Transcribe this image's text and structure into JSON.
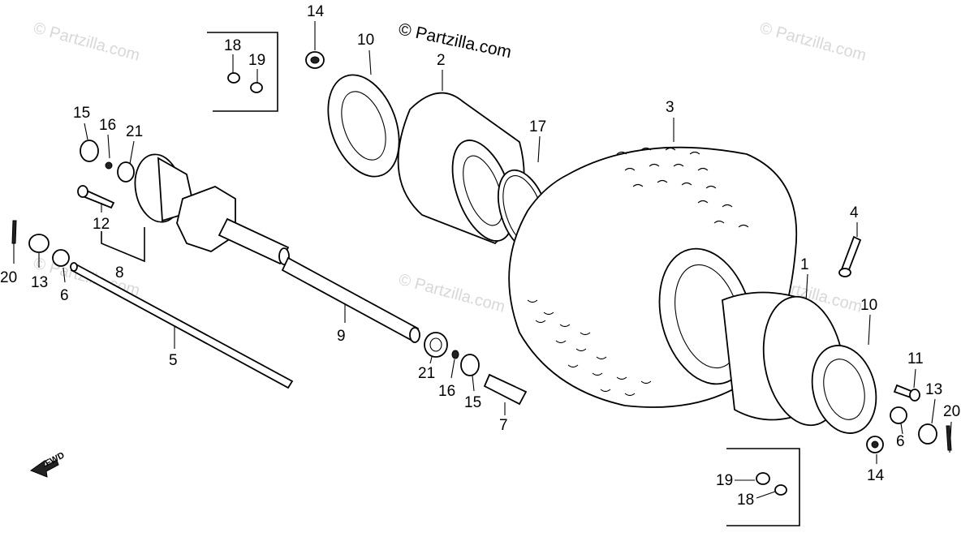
{
  "watermarks": {
    "main": "© Partzilla.com",
    "faint": "© Partzilla.com"
  },
  "direction_label": "FWD",
  "callouts": {
    "c1": "1",
    "c2": "2",
    "c3": "3",
    "c4": "4",
    "c5": "5",
    "c6a": "6",
    "c6b": "6",
    "c7": "7",
    "c8": "8",
    "c9": "9",
    "c10a": "10",
    "c10b": "10",
    "c11": "11",
    "c12": "12",
    "c13a": "13",
    "c13b": "13",
    "c14a": "14",
    "c14b": "14",
    "c15a": "15",
    "c15b": "15",
    "c16a": "16",
    "c16b": "16",
    "c17": "17",
    "c18a": "18",
    "c18b": "18",
    "c19a": "19",
    "c19b": "19",
    "c20a": "20",
    "c20b": "20",
    "c21a": "21",
    "c21b": "21"
  }
}
